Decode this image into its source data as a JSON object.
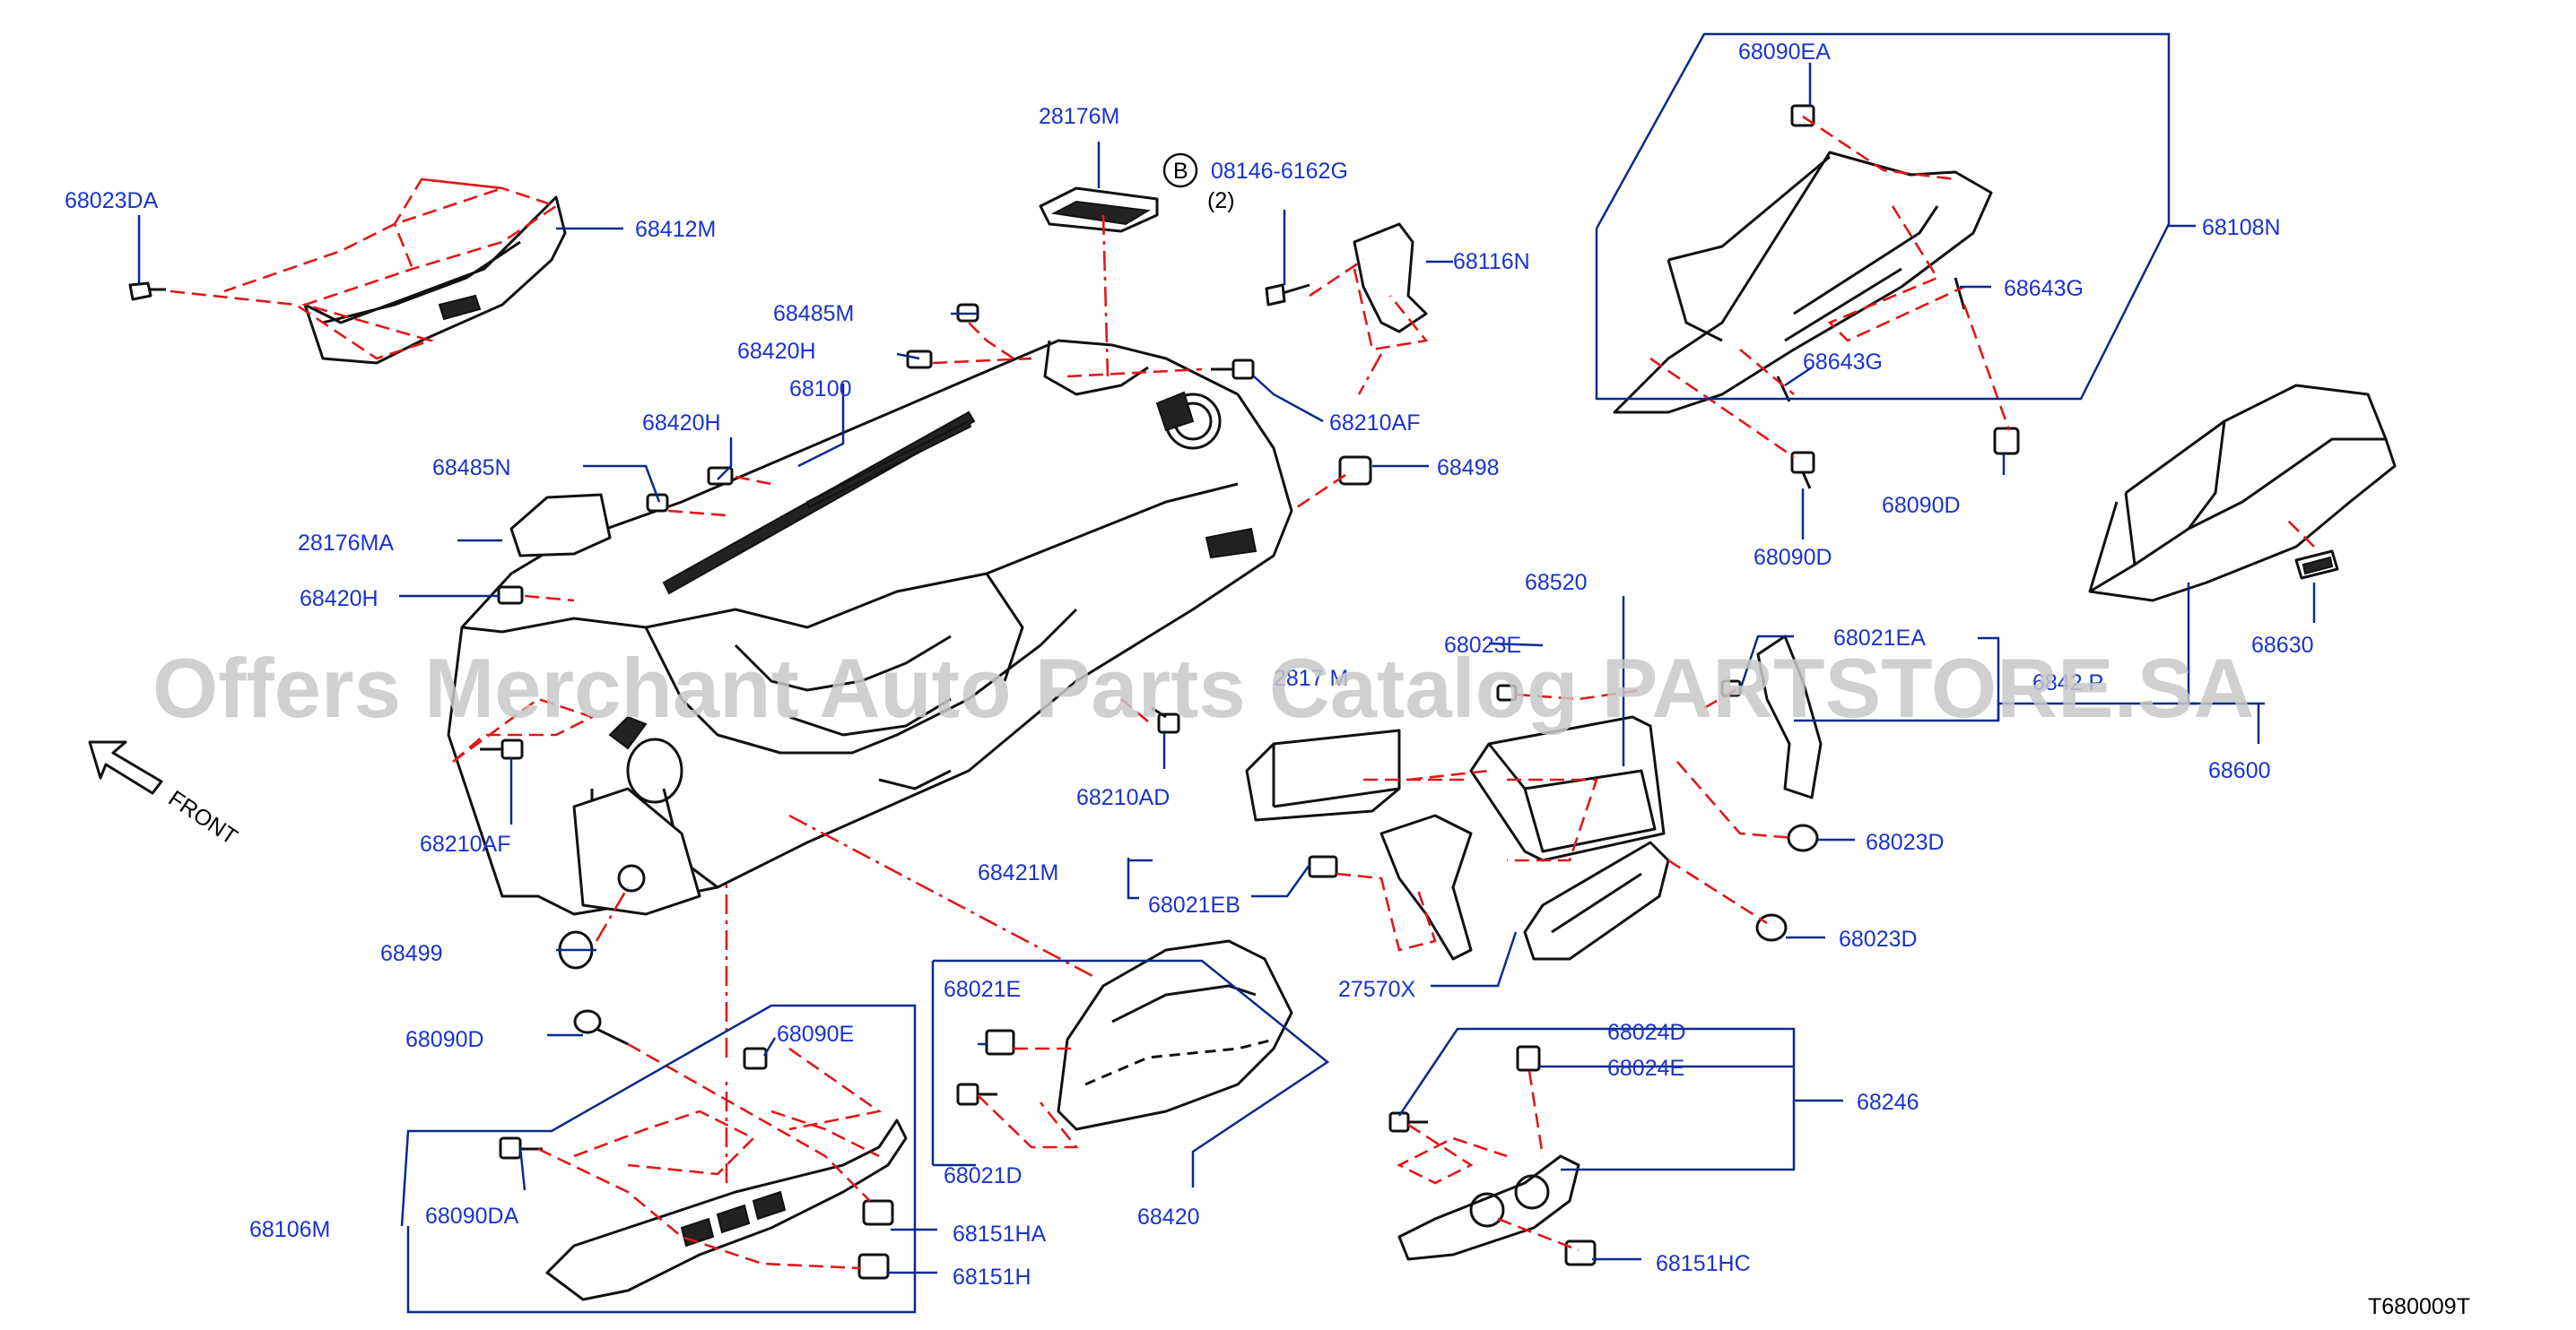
{
  "watermark": "Offers Merchant Auto Parts Catalog PARTSTORE.SA",
  "front_label": "FRONT",
  "figure_code": "T680009T",
  "circle_b": "B",
  "bolt_spec": "08146-6162G",
  "bolt_qty": "(2)",
  "parts": {
    "p68023DA": "68023DA",
    "p68412M": "68412M",
    "p28176M": "28176M",
    "p68116N": "68116N",
    "p68090EA": "68090EA",
    "p68108N": "68108N",
    "p68643G_a": "68643G",
    "p68643G_b": "68643G",
    "p68090D_a": "68090D",
    "p68090D_b": "68090D",
    "p68485M": "68485M",
    "p68420H_a": "68420H",
    "p68100": "68100",
    "p68210AF_a": "68210AF",
    "p68420H_b": "68420H",
    "p68485N": "68485N",
    "p68498": "68498",
    "p28176MA": "28176MA",
    "p68420H_c": "68420H",
    "p68520": "68520",
    "p68023E": "68023E",
    "p68021EA": "68021EA",
    "p6842P": "6842 P",
    "p68630": "68630",
    "p68600": "68600",
    "p68210AD": "68210AD",
    "p68210AF_b": "68210AF",
    "p68023D_a": "68023D",
    "p68023D_b": "68023D",
    "p68421M": "68421M",
    "p68021EB": "68021EB",
    "p27570X": "27570X",
    "p68499": "68499",
    "p68090D_c": "68090D",
    "p68090E": "68090E",
    "p68021E": "68021E",
    "p68021D": "68021D",
    "p68420": "68420",
    "p68024D": "68024D",
    "p68024E": "68024E",
    "p68246": "68246",
    "p68090DA": "68090DA",
    "p68106M": "68106M",
    "p68151HA": "68151HA",
    "p68151H": "68151H",
    "p68151HC": "68151HC",
    "p2817M": "2817 M"
  }
}
